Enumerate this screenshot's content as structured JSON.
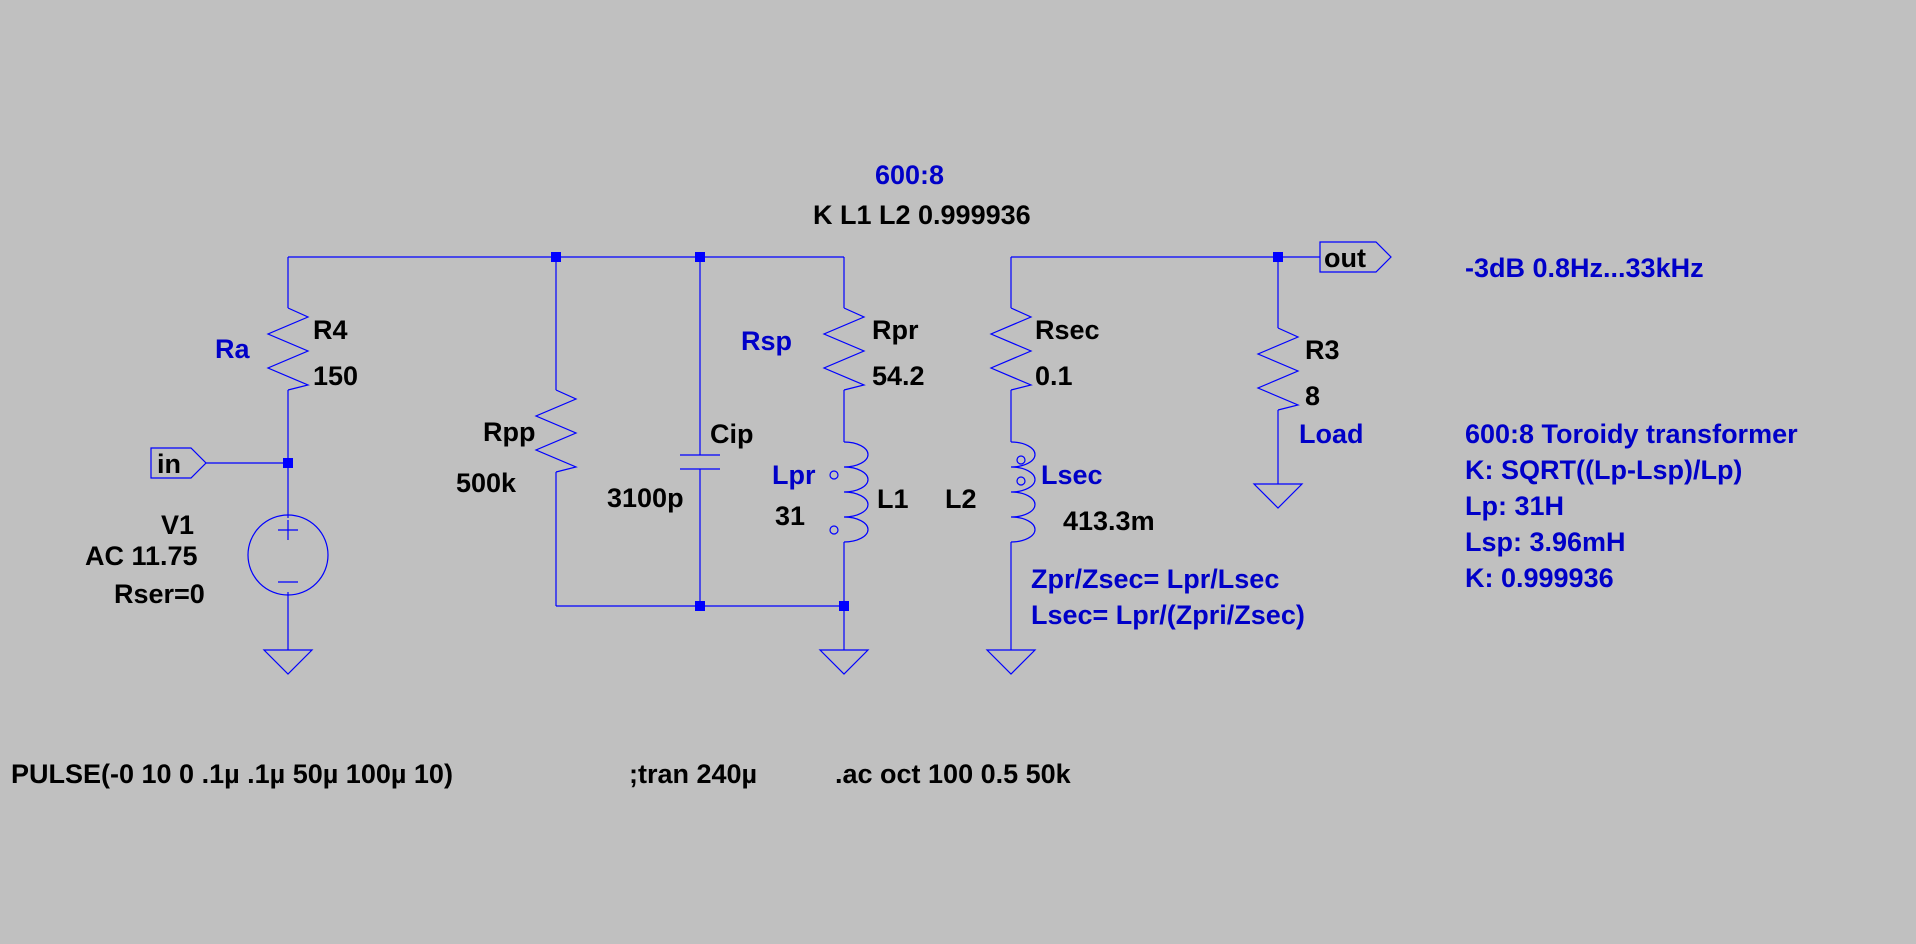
{
  "colors": {
    "background": "#c0c0c0",
    "wire": "#0000ff",
    "annotation_text": "#0000c8",
    "component_text": "#000000"
  },
  "coupling": {
    "ratio_label": "600:8",
    "directive": "K L1 L2 0.999936"
  },
  "ports": {
    "in": "in",
    "out": "out"
  },
  "components": {
    "r4": {
      "name": "R4",
      "value": "150",
      "label": "Ra"
    },
    "rpp": {
      "name": "Rpp",
      "value": "500k"
    },
    "cip": {
      "name": "Cip",
      "value": "3100p"
    },
    "rpr": {
      "name": "Rpr",
      "value": "54.2",
      "label": "Rsp"
    },
    "l1": {
      "name": "L1",
      "value": "31",
      "label": "Lpr"
    },
    "rsec": {
      "name": "Rsec",
      "value": "0.1"
    },
    "l2": {
      "name": "L2",
      "value": "413.3m",
      "label": "Lsec"
    },
    "r3": {
      "name": "R3",
      "value": "8",
      "label": "Load"
    },
    "v1": {
      "name": "V1",
      "value": "AC 11.75",
      "param": "Rser=0"
    }
  },
  "notes": {
    "bandwidth": "-3dB  0.8Hz...33kHz",
    "formula_1": "Zpr/Zsec= Lpr/Lsec",
    "formula_2": "Lsec= Lpr/(Zpri/Zsec)",
    "info": [
      "600:8 Toroidy transformer",
      "K: SQRT((Lp-Lsp)/Lp)",
      "Lp:  31H",
      "Lsp:  3.96mH",
      "K: 0.999936"
    ]
  },
  "directives": {
    "pulse": "PULSE(-0 10 0 .1µ .1µ 50µ 100µ 10)",
    "tran": ";tran 240µ",
    "ac": ".ac oct 100 0.5 50k"
  }
}
